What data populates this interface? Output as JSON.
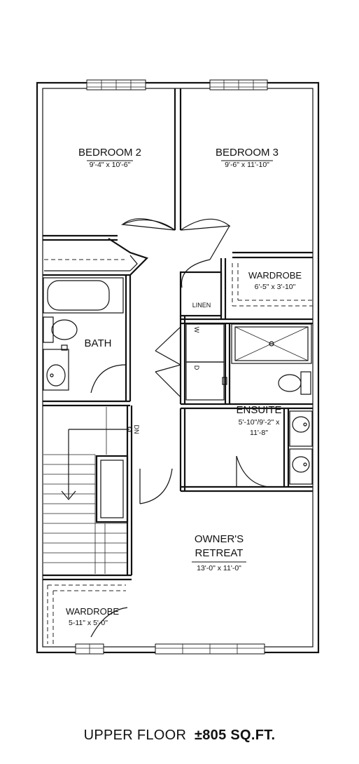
{
  "rooms": {
    "bedroom2": {
      "name": "BEDROOM 2",
      "dim": "9'-4\" x 10'-6\""
    },
    "bedroom3": {
      "name": "BEDROOM 3",
      "dim": "9'-6\" x 11'-10\""
    },
    "wardrobe_upper": {
      "name": "WARDROBE",
      "dim": "6'-5\" x 3'-10\""
    },
    "linen": {
      "name": "LINEN"
    },
    "bath": {
      "name": "BATH"
    },
    "ensuite": {
      "name": "ENSUITE",
      "dim_line1": "5'-10\"/9'-2\" x",
      "dim_line2": "11'-8\""
    },
    "owners_retreat": {
      "name_line1": "OWNER'S",
      "name_line2": "RETREAT",
      "dim": "13'-0\" x 11'-0\""
    },
    "wardrobe_lower": {
      "name": "WARDROBE",
      "dim": "5-11\" x 5'-0\""
    }
  },
  "appliances": {
    "washer": "W",
    "dryer": "D"
  },
  "stairs": {
    "direction": "DN"
  },
  "caption": {
    "floor": "UPPER FLOOR",
    "area": "±805 SQ.FT."
  }
}
